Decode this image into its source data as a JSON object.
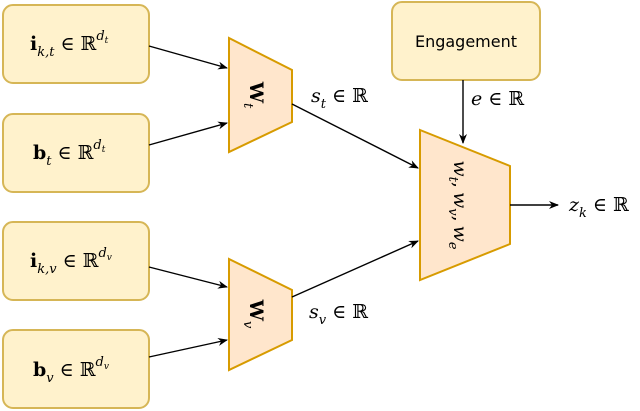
{
  "inputs": {
    "i_kt": {
      "symbol": "i",
      "subscript": "k,t",
      "member": "∈",
      "space": "ℝ",
      "superscript": "d",
      "superscript_sub": "t"
    },
    "b_t": {
      "symbol": "b",
      "subscript": "t",
      "member": "∈",
      "space": "ℝ",
      "superscript": "d",
      "superscript_sub": "t"
    },
    "i_kv": {
      "symbol": "i",
      "subscript": "k,v",
      "member": "∈",
      "space": "ℝ",
      "superscript": "d",
      "superscript_sub": "v"
    },
    "b_v": {
      "symbol": "b",
      "subscript": "v",
      "member": "∈",
      "space": "ℝ",
      "superscript": "d",
      "superscript_sub": "v"
    }
  },
  "engagement": {
    "label": "Engagement",
    "edge_label": {
      "symbol": "e",
      "member": "∈",
      "space": "ℝ"
    }
  },
  "projections": {
    "W_t": {
      "symbol": "W",
      "subscript": "t"
    },
    "W_v": {
      "symbol": "W",
      "subscript": "v"
    }
  },
  "scores": {
    "s_t": {
      "symbol": "s",
      "subscript": "t",
      "member": "∈",
      "space": "ℝ"
    },
    "s_v": {
      "symbol": "s",
      "subscript": "v",
      "member": "∈",
      "space": "ℝ"
    }
  },
  "fusion": {
    "w_t": {
      "symbol": "w",
      "subscript": "t"
    },
    "w_v": {
      "symbol": "w",
      "subscript": "v"
    },
    "w_e": {
      "symbol": "w",
      "subscript": "e"
    },
    "separator": ","
  },
  "output": {
    "symbol": "z",
    "subscript": "k",
    "member": "∈",
    "space": "ℝ"
  },
  "colors": {
    "input_fill": "#fff2cc",
    "input_stroke": "#d6b656",
    "trap_fill": "#ffe6cc",
    "trap_stroke": "#d79b00"
  }
}
